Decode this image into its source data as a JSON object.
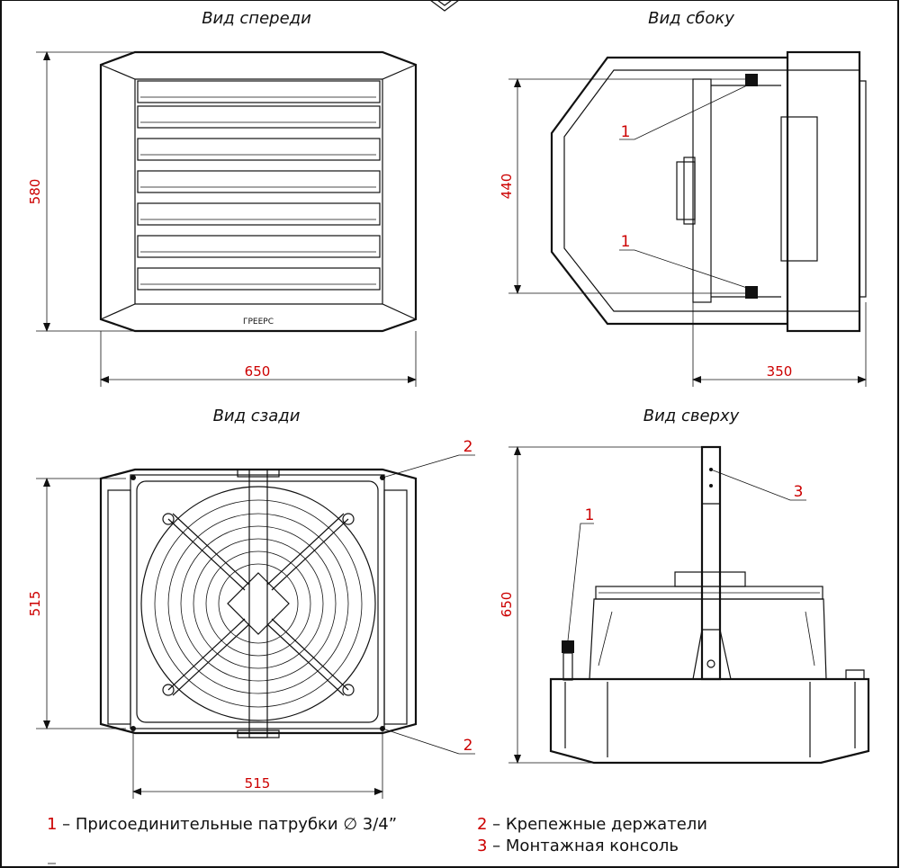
{
  "views": {
    "front": {
      "title": "Вид спереди",
      "brand": "ГРЕЕРС",
      "dim_width": "650",
      "dim_height": "580"
    },
    "side": {
      "title": "Вид сбоку",
      "dim_depth": "350",
      "dim_height": "440",
      "callout_a": "1",
      "callout_b": "1"
    },
    "back": {
      "title": "Вид сзади",
      "dim_width": "515",
      "dim_height": "515",
      "callout_a": "2",
      "callout_b": "2"
    },
    "top": {
      "title": "Вид сверху",
      "dim_height": "650",
      "callout_console": "3",
      "callout_pipe": "1"
    }
  },
  "legend": [
    {
      "num": "1",
      "text": " – Присоединительные патрубки ∅ 3/4”"
    },
    {
      "num": "2",
      "text": " – Крепежные держатели"
    },
    {
      "num": "3",
      "text": " – Монтажная консоль"
    }
  ]
}
